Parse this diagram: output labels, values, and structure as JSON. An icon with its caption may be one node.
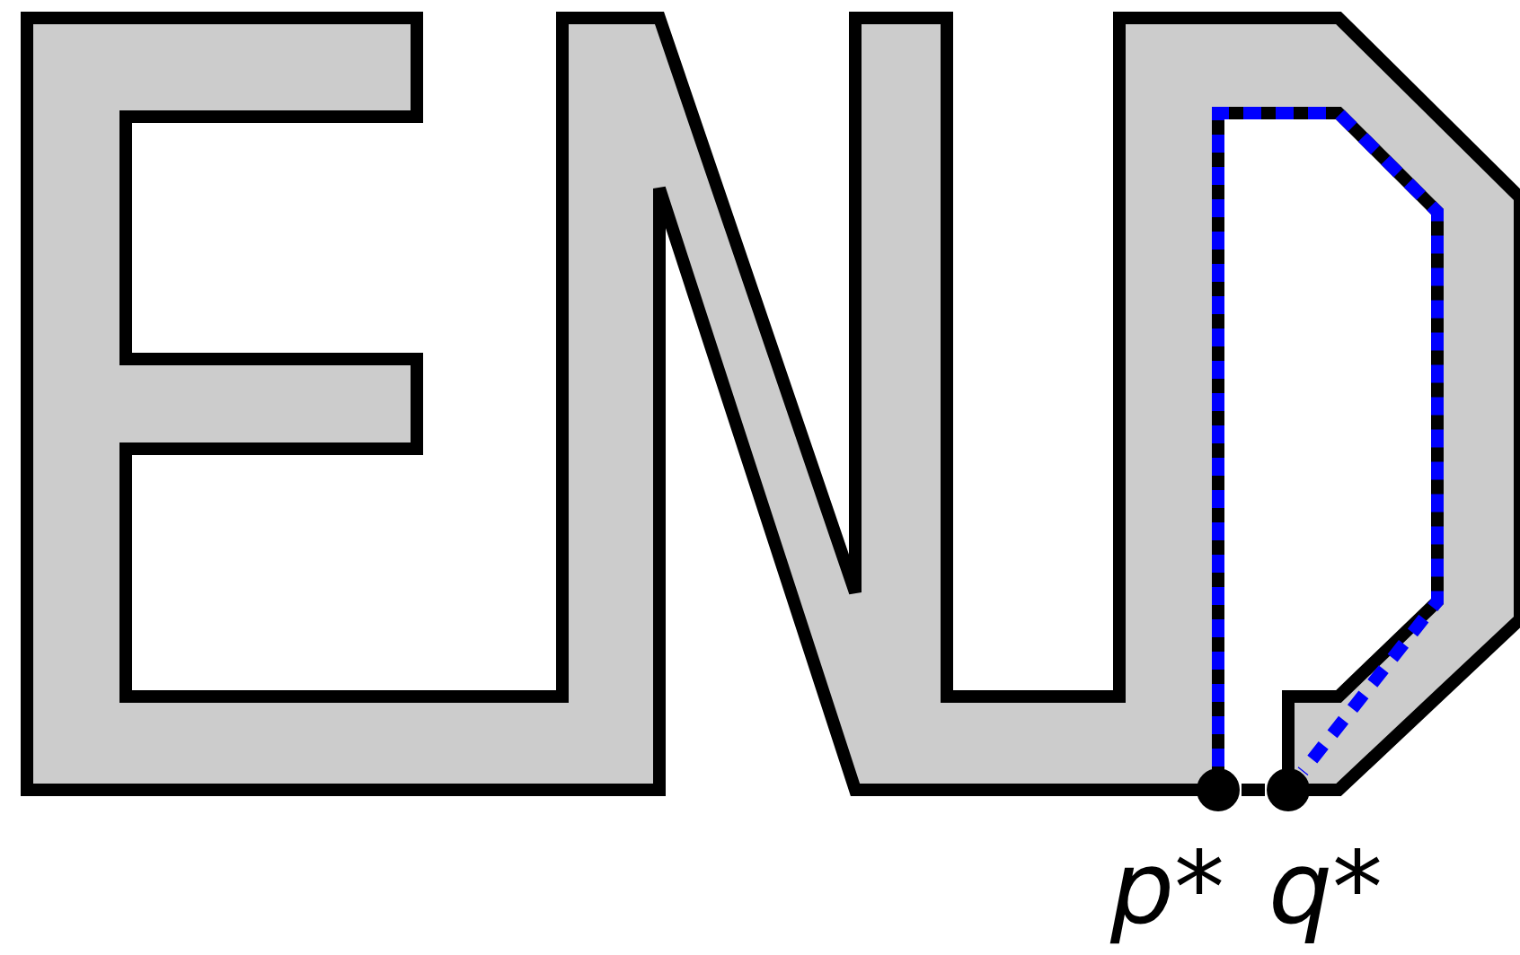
{
  "diagram": {
    "nodes": [
      {
        "text": [],
        "shape": "circle",
        "beside": [
          "p*"
        ]
      },
      {
        "text": [],
        "shape": "circle",
        "beside": [
          "q*"
        ]
      }
    ],
    "edges": [
      {
        "from": 0,
        "to": 1,
        "arrow": "none",
        "style": "dashed",
        "color": "#0000ff"
      },
      {
        "from": 0,
        "to": 1,
        "arrow": "none",
        "color": "#000000"
      }
    ]
  }
}
